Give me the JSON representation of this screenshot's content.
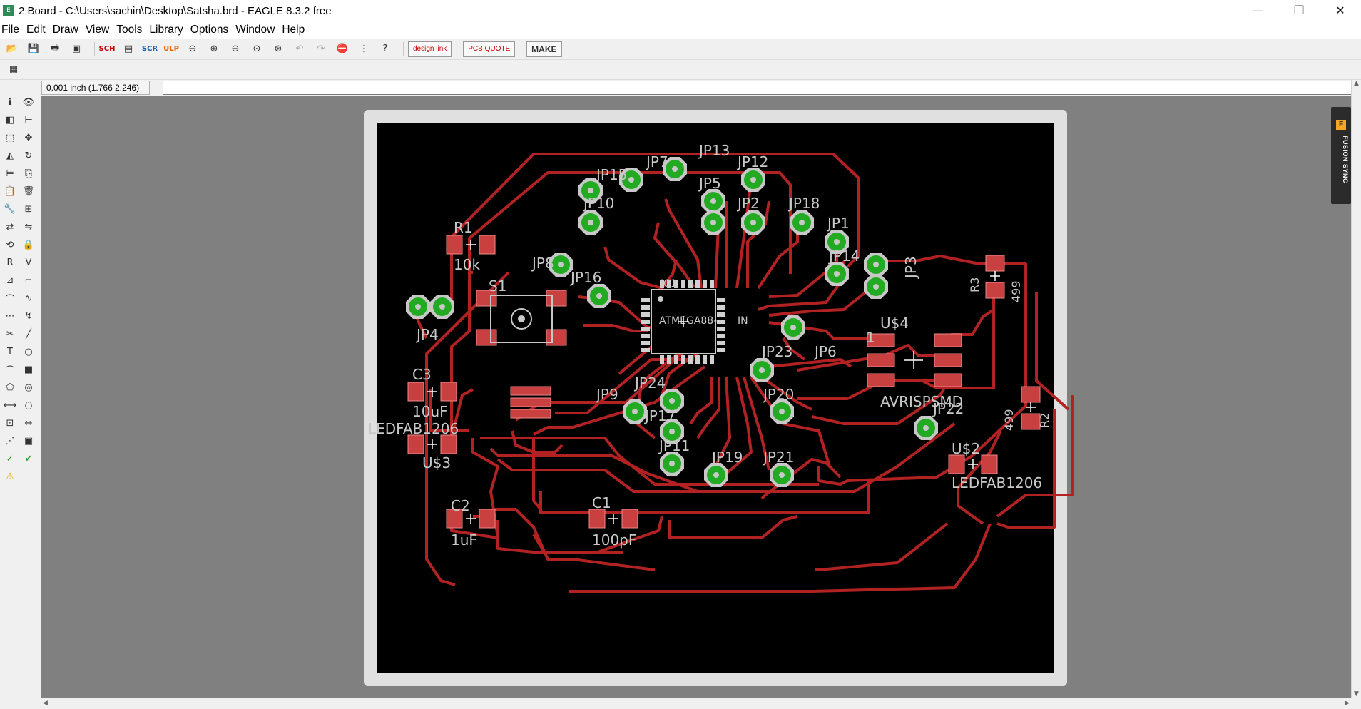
{
  "window": {
    "title": "2 Board - C:\\Users\\sachin\\Desktop\\Satsha.brd - EAGLE 8.3.2 free",
    "minimize": "—",
    "maximize": "❐",
    "close": "✕"
  },
  "menu": [
    "File",
    "Edit",
    "Draw",
    "View",
    "Tools",
    "Library",
    "Options",
    "Window",
    "Help"
  ],
  "toolbar": {
    "designlink": "design link",
    "pcbquote": "PCB QUOTE",
    "make": "MAKE"
  },
  "command": {
    "coordinate": "0.001 inch (1.766 2.246)",
    "input_value": ""
  },
  "fusion_panel": {
    "logo": "F",
    "label": "FUSION SYNC"
  },
  "icons": {
    "left_tools": [
      "info-icon",
      "eye-icon",
      "layers-icon",
      "mark-icon",
      "select-icon",
      "move-icon",
      "mirror-icon",
      "rotate-icon",
      "align-icon",
      "",
      "copy-icon",
      "paste-icon",
      "delete-icon",
      "wrench-icon",
      "add-icon",
      "replace-icon",
      "swap-icon",
      "optimize-icon",
      "lock-icon",
      "",
      "name-icon",
      "value-icon",
      "smash-icon",
      "miter-icon",
      "split-icon",
      "",
      "meander-icon",
      "ratsnest-icon",
      "route-icon",
      "ripup-icon",
      "wire-icon",
      "text-icon",
      "circle-icon",
      "arc-icon",
      "rect-icon",
      "polygon-icon",
      "via-icon",
      "signal-icon",
      "hole-icon",
      "attribute-icon",
      "dimension-icon",
      "",
      "autoroute-icon",
      "group-icon",
      "erc-icon",
      "drc-icon",
      "errors-icon",
      ""
    ]
  },
  "colors": {
    "copper": "#b22222",
    "pad_fill": "#c84040",
    "via_green": "#22aa22",
    "board_bg": "#000000",
    "canvas_bg": "#808080",
    "silk": "#c8c8c8"
  },
  "board_labels": {
    "R1": "R1",
    "R1v": "10k",
    "JP8": "JP8",
    "JP16": "JP16",
    "JP15": "JP15",
    "JP7": "JP7",
    "JP13": "JP13",
    "JP12": "JP12",
    "JP5": "JP5",
    "JP10": "JP10",
    "JP2": "JP2",
    "JP18": "JP18",
    "JP1": "JP1",
    "JP14": "JP14",
    "JP3": "JP3",
    "R3": "R3",
    "R3v": "499",
    "S1": "S1",
    "JP4": "JP4",
    "IC1": "IC1",
    "IC1v": "ATMEGA88-",
    "IC1p": "IN",
    "US4": "U$4",
    "one": "1",
    "JP6": "JP6",
    "JP23": "JP23",
    "AVR": "AVRISPSMD",
    "C3": "C3",
    "C3v": "10uF",
    "JP9": "JP9",
    "JP24": "JP24",
    "JP17": "JP17",
    "JP20": "JP20",
    "JP22": "JP22",
    "R2": "R2",
    "R2v": "499",
    "LED1": "LEDFAB1206",
    "US3": "U$3",
    "JP11": "JP11",
    "JP19": "JP19",
    "JP21": "JP21",
    "US2": "U$2",
    "LED2": "LEDFAB1206",
    "C2": "C2",
    "C2v": "1uF",
    "C1": "C1",
    "C1v": "100pF"
  }
}
